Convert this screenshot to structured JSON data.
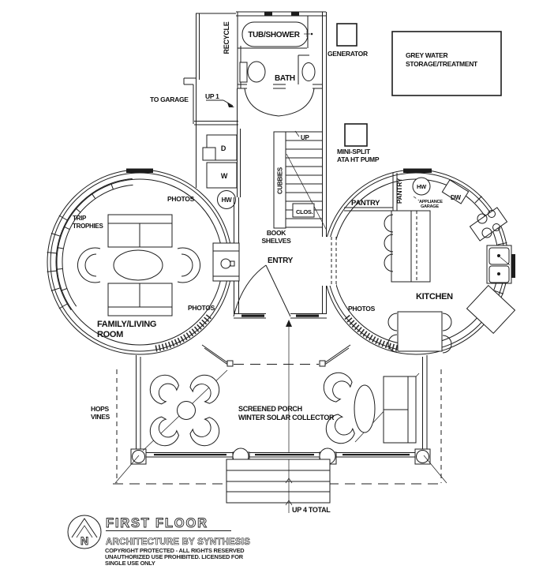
{
  "plan": {
    "rooms": {
      "bath": "BATH",
      "entry": "ENTRY",
      "kitchen": "KITCHEN",
      "family_line1": "FAMILY/LIVING",
      "family_line2": "ROOM"
    },
    "labels": {
      "recycle": "RECYCLE",
      "tub_shower": "TUB/SHOWER",
      "generator": "GENERATOR",
      "grey_line1": "GREY WATER",
      "grey_line2": "STORAGE/TREATMENT",
      "to_garage": "TO GARAGE",
      "up_1": "UP 1",
      "mini_line1": "MINI-SPLIT",
      "mini_line2": "ATA HT PUMP",
      "dryer": "D",
      "washer": "W",
      "hot_water": "HW",
      "up": "UP",
      "cubbies": "CUBBIES",
      "closet": "CLOS.",
      "book_line1": "BOOK",
      "book_line2": "SHELVES",
      "pantry": "PANTRY",
      "appliance_line1": "APPLIANCE",
      "appliance_line2": "GARAGE",
      "dishwasher": "DW",
      "photos": "PHOTOS",
      "trip_line1": "TRIP",
      "trip_line2": "TROPHIES"
    },
    "porch": {
      "line1": "SCREENED PORCH",
      "line2": "WINTER SOLAR COLLECTOR",
      "steps": "UP 4 TOTAL",
      "hops_line1": "HOPS",
      "hops_line2": "VINES"
    },
    "title_block": {
      "title": "FIRST FLOOR",
      "firm": "ARCHITECTURE BY SYNTHESIS",
      "copyright_line1": "COPYRIGHT PROTECTED - ALL RIGHTS RESERVED",
      "copyright_line2": "UNAUTHORIZED USE PROHIBITED. LICENSED FOR",
      "copyright_line3": "SINGLE USE ONLY",
      "north": "N"
    },
    "colors": {
      "ink": "#1c1c1c",
      "paper": "#ffffff"
    }
  }
}
